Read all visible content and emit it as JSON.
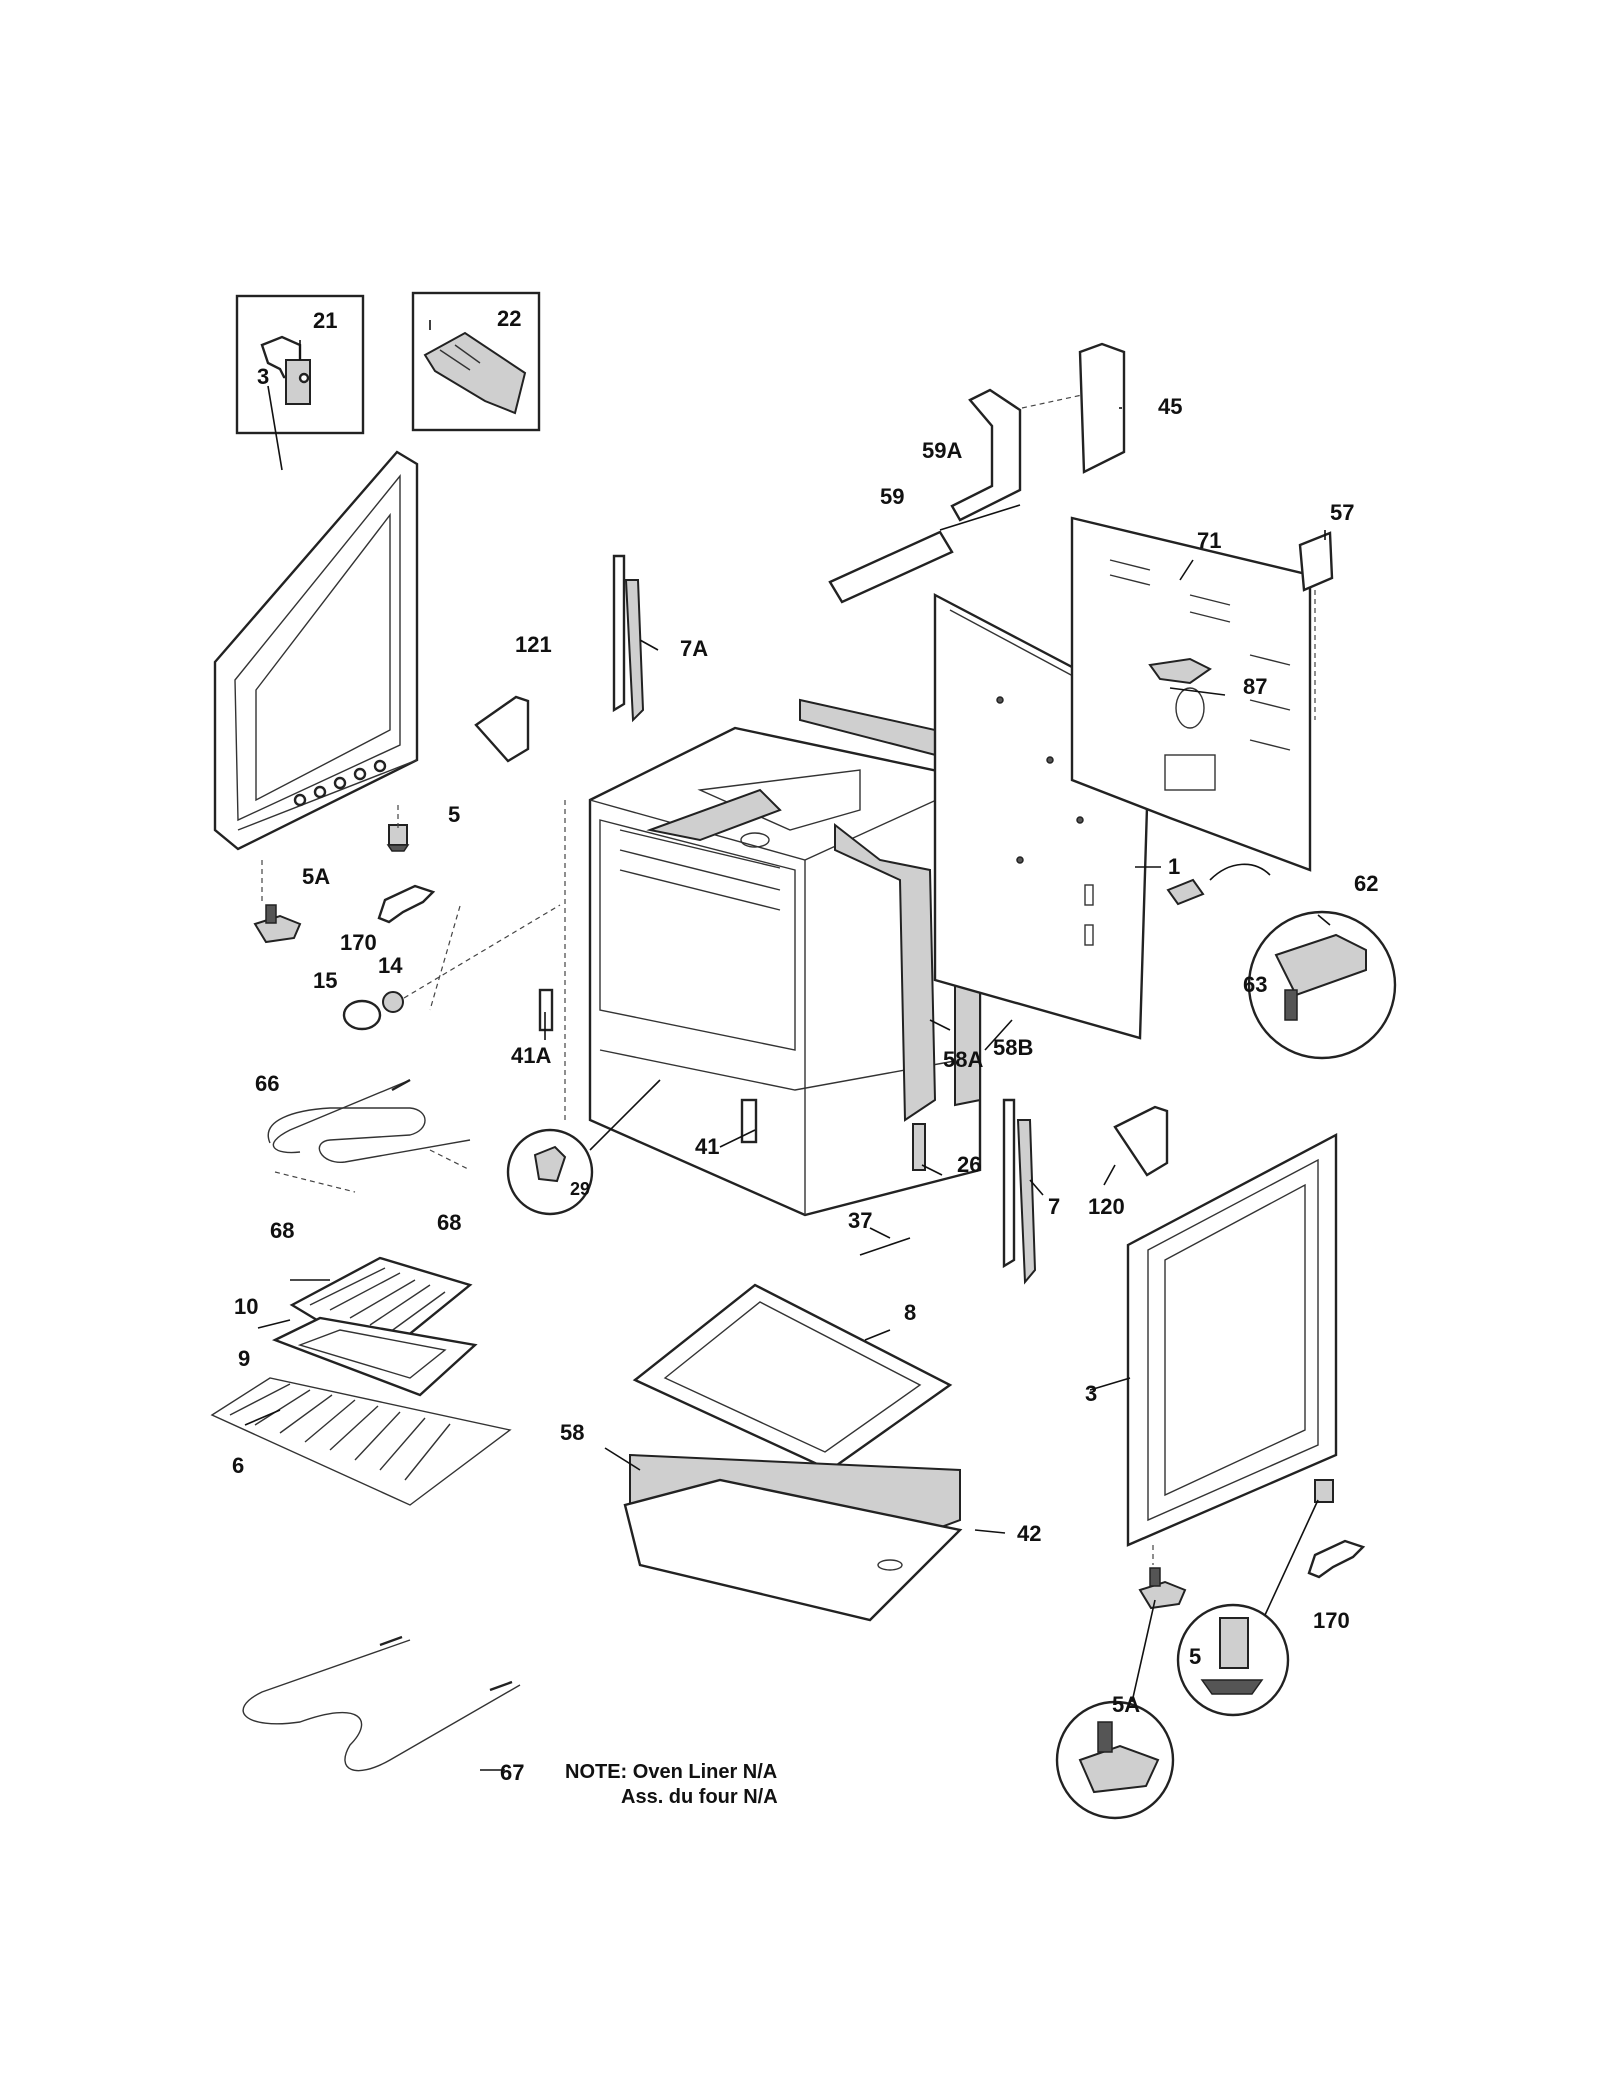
{
  "labels": {
    "p21": "21",
    "p22": "22",
    "p45": "45",
    "p59a": "59A",
    "p59": "59",
    "p57": "57",
    "p71": "71",
    "p87": "87",
    "p3_left": "3",
    "p121": "121",
    "p7a": "7A",
    "p5_left": "5",
    "p5a_left": "5A",
    "p170_left": "170",
    "p14": "14",
    "p15": "15",
    "p1": "1",
    "p62": "62",
    "p63": "63",
    "p41a": "41A",
    "p58a": "58A",
    "p58b": "58B",
    "p66": "66",
    "p29": "29",
    "p41": "41",
    "p26": "26",
    "p7": "7",
    "p120": "120",
    "p68_left": "68",
    "p68_right": "68",
    "p37": "37",
    "p10": "10",
    "p8": "8",
    "p9": "9",
    "p3_right": "3",
    "p6": "6",
    "p58": "58",
    "p42": "42",
    "p170_right": "170",
    "p5_right": "5",
    "p5a_right": "5A",
    "p67": "67"
  },
  "note": {
    "line1": "NOTE: Oven Liner N/A",
    "line2": "Ass. du four N/A"
  }
}
